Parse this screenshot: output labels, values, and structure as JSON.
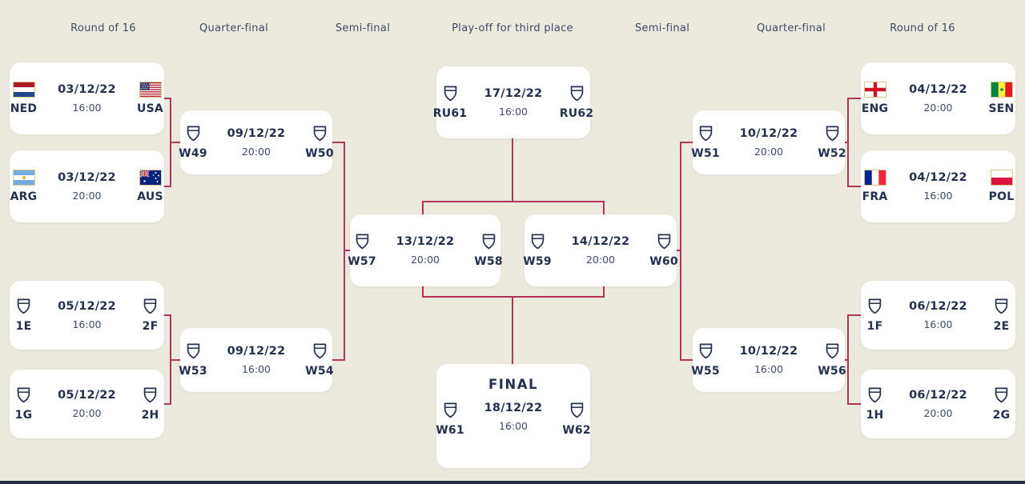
{
  "page": {
    "background_color": "#ece9df",
    "footer_bar_color": "#242e46"
  },
  "colors": {
    "connector": "#b43358",
    "card": "#ffffff",
    "text_primary": "#243050",
    "text_secondary": "#3d4a68",
    "flag_border": "#d8c88e"
  },
  "round_headers": [
    "Round of 16",
    "Quarter-final",
    "Semi-final",
    "Play-off for third place",
    "Semi-final",
    "Quarter-final",
    "Round of 16"
  ],
  "matches": [
    {
      "slot": "r16-left-1",
      "home": {
        "code": "NED",
        "flag": "ned"
      },
      "away": {
        "code": "USA",
        "flag": "usa"
      },
      "date": "03/12/22",
      "time": "16:00"
    },
    {
      "slot": "r16-left-2",
      "home": {
        "code": "ARG",
        "flag": "arg"
      },
      "away": {
        "code": "AUS",
        "flag": "aus"
      },
      "date": "03/12/22",
      "time": "20:00"
    },
    {
      "slot": "r16-left-3",
      "home": {
        "code": "1E",
        "flag": null
      },
      "away": {
        "code": "2F",
        "flag": null
      },
      "date": "05/12/22",
      "time": "16:00"
    },
    {
      "slot": "r16-left-4",
      "home": {
        "code": "1G",
        "flag": null
      },
      "away": {
        "code": "2H",
        "flag": null
      },
      "date": "05/12/22",
      "time": "20:00"
    },
    {
      "slot": "qf-left-1",
      "home": {
        "code": "W49",
        "flag": null
      },
      "away": {
        "code": "W50",
        "flag": null
      },
      "date": "09/12/22",
      "time": "20:00"
    },
    {
      "slot": "qf-left-2",
      "home": {
        "code": "W53",
        "flag": null
      },
      "away": {
        "code": "W54",
        "flag": null
      },
      "date": "09/12/22",
      "time": "16:00"
    },
    {
      "slot": "sf-left",
      "home": {
        "code": "W57",
        "flag": null
      },
      "away": {
        "code": "W58",
        "flag": null
      },
      "date": "13/12/22",
      "time": "20:00"
    },
    {
      "slot": "third-place",
      "home": {
        "code": "RU61",
        "flag": null
      },
      "away": {
        "code": "RU62",
        "flag": null
      },
      "date": "17/12/22",
      "time": "16:00"
    },
    {
      "slot": "final",
      "title": "FINAL",
      "home": {
        "code": "W61",
        "flag": null
      },
      "away": {
        "code": "W62",
        "flag": null
      },
      "date": "18/12/22",
      "time": "16:00"
    },
    {
      "slot": "sf-right",
      "home": {
        "code": "W59",
        "flag": null
      },
      "away": {
        "code": "W60",
        "flag": null
      },
      "date": "14/12/22",
      "time": "20:00"
    },
    {
      "slot": "qf-right-1",
      "home": {
        "code": "W51",
        "flag": null
      },
      "away": {
        "code": "W52",
        "flag": null
      },
      "date": "10/12/22",
      "time": "20:00"
    },
    {
      "slot": "qf-right-2",
      "home": {
        "code": "W55",
        "flag": null
      },
      "away": {
        "code": "W56",
        "flag": null
      },
      "date": "10/12/22",
      "time": "16:00"
    },
    {
      "slot": "r16-right-1",
      "home": {
        "code": "ENG",
        "flag": "eng"
      },
      "away": {
        "code": "SEN",
        "flag": "sen"
      },
      "date": "04/12/22",
      "time": "20:00"
    },
    {
      "slot": "r16-right-2",
      "home": {
        "code": "FRA",
        "flag": "fra"
      },
      "away": {
        "code": "POL",
        "flag": "pol"
      },
      "date": "04/12/22",
      "time": "16:00"
    },
    {
      "slot": "r16-right-3",
      "home": {
        "code": "1F",
        "flag": null
      },
      "away": {
        "code": "2E",
        "flag": null
      },
      "date": "06/12/22",
      "time": "16:00"
    },
    {
      "slot": "r16-right-4",
      "home": {
        "code": "1H",
        "flag": null
      },
      "away": {
        "code": "2G",
        "flag": null
      },
      "date": "06/12/22",
      "time": "20:00"
    }
  ],
  "icons": {
    "placeholder_team_icon": "shield-icon"
  }
}
